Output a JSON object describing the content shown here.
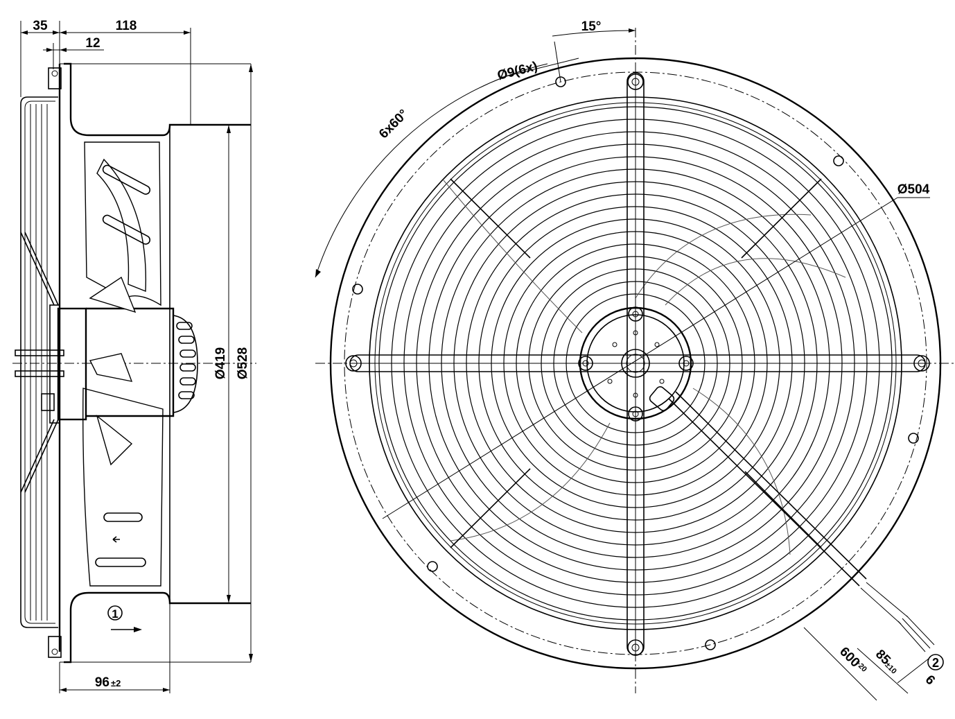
{
  "side_view": {
    "dim_top_left": "35",
    "dim_top_right": "118",
    "dim_inner": "12",
    "dim_bottom": "96",
    "dim_bottom_tol": "±2",
    "dim_diameter_inner": "Ø419",
    "dim_diameter_outer": "Ø528",
    "airflow_marker": "1"
  },
  "front_view": {
    "dim_angle_top": "15°",
    "dim_holes": "Ø9(6x)",
    "dim_pattern": "6x60°",
    "dim_bolt_circle": "Ø504",
    "dim_cable_length": "600",
    "dim_cable_length_tol": "+20",
    "dim_strip_length": "85",
    "dim_strip_tol": "±10",
    "dim_wire_end": "6",
    "cable_marker": "2"
  }
}
